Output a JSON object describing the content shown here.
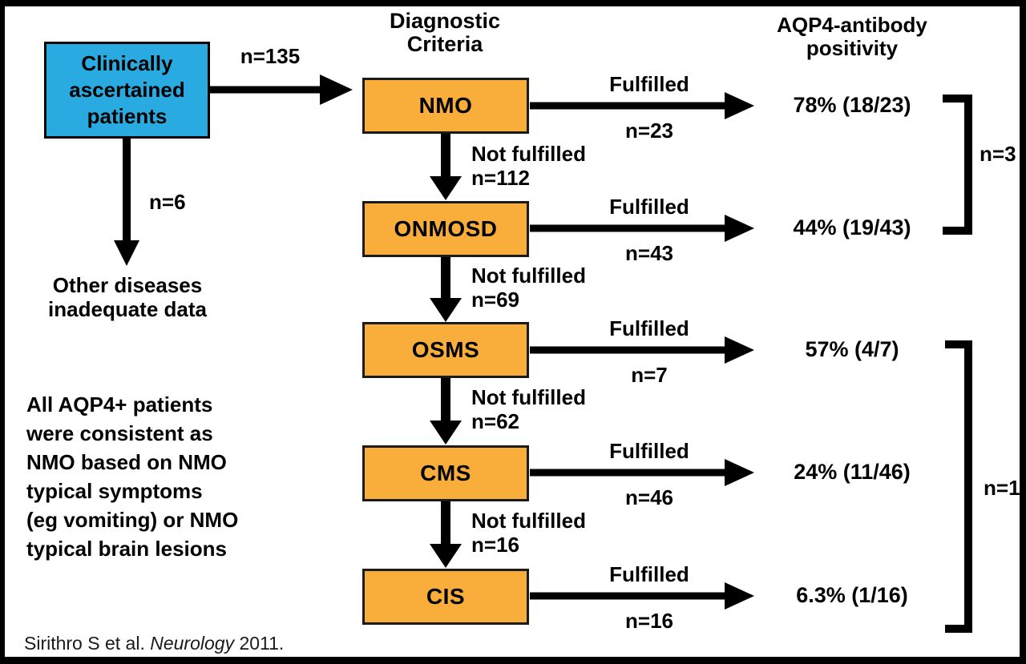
{
  "colors": {
    "source_box": "#29ABE2",
    "criteria_box": "#F9AE3B",
    "line": "#000000"
  },
  "headers": {
    "criteria_column": "Diagnostic Criteria",
    "result_column": "AQP4-antibody positivity"
  },
  "source": {
    "label": "Clinically ascertained patients",
    "inflow_n": "n=135",
    "excluded_n": "n=6",
    "excluded_label": "Other diseases inadequate data"
  },
  "rows": [
    {
      "criteria": "NMO",
      "fulfilled": "Fulfilled",
      "fulfilled_n": "n=23",
      "result": "78% (18/23)",
      "not_fulfilled": "Not fulfilled",
      "not_fulfilled_n": "n=112"
    },
    {
      "criteria": "ONMOSD",
      "fulfilled": "Fulfilled",
      "fulfilled_n": "n=43",
      "result": "44% (19/43)",
      "not_fulfilled": "Not fulfilled",
      "not_fulfilled_n": "n=69"
    },
    {
      "criteria": "OSMS",
      "fulfilled": "Fulfilled",
      "fulfilled_n": "n=7",
      "result": "57% (4/7)",
      "not_fulfilled": "Not fulfilled",
      "not_fulfilled_n": "n=62"
    },
    {
      "criteria": "CMS",
      "fulfilled": "Fulfilled",
      "fulfilled_n": "n=46",
      "result": "24% (11/46)",
      "not_fulfilled": "Not fulfilled",
      "not_fulfilled_n": "n=16"
    },
    {
      "criteria": "CIS",
      "fulfilled": "Fulfilled",
      "fulfilled_n": "n=16",
      "result": "6.3% (1/16)"
    }
  ],
  "brackets": [
    {
      "label": "n=3"
    },
    {
      "label": "n=1"
    }
  ],
  "note_lines": [
    "All AQP4+ patients",
    "were consistent as",
    "NMO based on NMO",
    "typical symptoms",
    "(eg vomiting) or NMO",
    "typical brain lesions"
  ],
  "citation": {
    "authors": "Sirithro S et al. ",
    "journal": "Neurology",
    "year": " 2011."
  }
}
